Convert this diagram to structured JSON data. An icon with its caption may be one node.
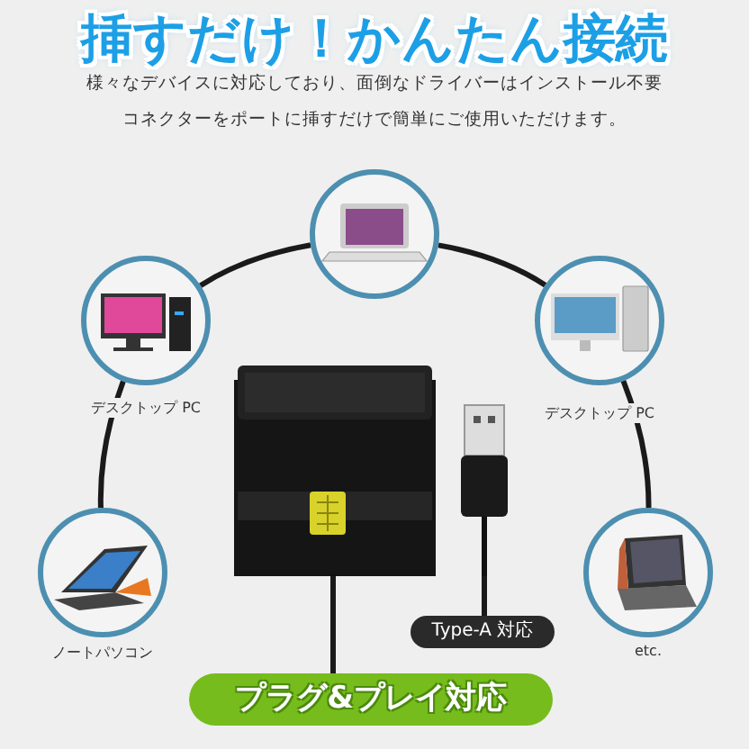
{
  "diagram": {
    "title": "挿すだけ！かんたん接続",
    "nodes": [
      {
        "text": [],
        "shape": "picture"
      },
      {
        "text": [],
        "shape": "picture",
        "beside": [
          "デスクトップ PC"
        ]
      },
      {
        "text": [],
        "shape": "picture",
        "beside": [
          "デスクトップ PC"
        ]
      },
      {
        "text": [],
        "shape": "picture"
      },
      {
        "text": [],
        "shape": "picture",
        "beside": [
          "ノートパソコン"
        ]
      },
      {
        "text": [],
        "shape": "picture",
        "beside": [
          "etc."
        ]
      },
      {
        "text": [
          "Type-A 対応"
        ]
      },
      {
        "text": [
          "プラグ&プレイ対応"
        ]
      }
    ],
    "edges": [
      {
        "from": 1,
        "to": 0,
        "arrow": "none"
      },
      {
        "from": 0,
        "to": 2,
        "arrow": "none"
      },
      {
        "from": 1,
        "to": 4,
        "arrow": "none"
      },
      {
        "from": 2,
        "to": 5,
        "arrow": "none"
      },
      {
        "from": 3,
        "to": 6,
        "arrow": "none"
      },
      {
        "from": 3,
        "to": 7,
        "arrow": "none"
      }
    ],
    "labels": [
      "様々なデバイスに対応しており、面倒なドライバーはインストール不要",
      "コネクターをポートに挿すだけで簡単にご使用いただけます。"
    ]
  }
}
